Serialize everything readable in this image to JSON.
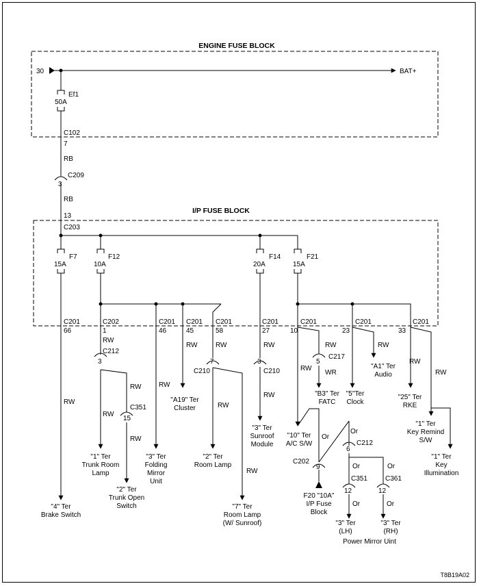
{
  "engine_block": {
    "title": "ENGINE FUSE BLOCK",
    "terminal": "30",
    "bat": "BAT+",
    "fuse_id": "Ef1",
    "fuse_amp": "50A",
    "connector": "C102",
    "pin": "7"
  },
  "feed": {
    "wire1": "RB",
    "c209_pin": "3",
    "c209": "C209",
    "wire2": "RB",
    "pin13": "13",
    "c203": "C203"
  },
  "ip_block": {
    "title": "I/P FUSE BLOCK",
    "fuses": [
      {
        "id": "F7",
        "amp": "15A"
      },
      {
        "id": "F12",
        "amp": "10A"
      },
      {
        "id": "F14",
        "amp": "20A"
      },
      {
        "id": "F21",
        "amp": "15A"
      }
    ]
  },
  "outputs": [
    {
      "conn": "C201",
      "pin": "66",
      "wire": "RW",
      "dest": [
        "\"4\" Ter",
        "Brake Switch"
      ]
    },
    {
      "conn": "C202",
      "pin": "1",
      "wire": "RW",
      "c212": "C212",
      "c212_pin": "3",
      "branch_a": {
        "wire": "RW",
        "dest": [
          "\"1\" Ter",
          "Trunk Room",
          "Lamp"
        ]
      },
      "branch_b": {
        "wire1": "RW",
        "c351": "C351",
        "c351_pin": "15",
        "wire2": "RW",
        "dest": [
          "\"2\" Ter",
          "Trunk Open",
          "Switch"
        ]
      }
    },
    {
      "conn": "C201",
      "pin": "46",
      "wire": "RW",
      "dest": [
        "\"3\" Ter",
        "Folding",
        "Mirror",
        "Unit"
      ]
    },
    {
      "conn": "C201",
      "pin": "45",
      "wire": "RW",
      "dest": [
        "\"A19\" Ter",
        "Cluster"
      ]
    },
    {
      "conn": "C201",
      "pin": "58",
      "wire": "RW",
      "c210": "C210",
      "c210_pin": "7",
      "branch_a": {
        "wire": "RW",
        "dest": [
          "\"2\" Ter",
          "Room Lamp"
        ]
      },
      "branch_b": {
        "wire": "RW",
        "dest": [
          "\"7\" Ter",
          "Room Lamp",
          "(W/ Sunroof)"
        ]
      }
    },
    {
      "conn": "C201",
      "pin": "27",
      "wire": "RW",
      "c210": "C210",
      "c210_pin": "3",
      "wire2": "RW",
      "dest": [
        "\"3\" Ter",
        "Sunroof",
        "Module"
      ]
    },
    {
      "conn": "C201",
      "pin": "10",
      "wire": "RW",
      "c217": "C217",
      "c217_pin": "5",
      "wire2": "WR",
      "dest_fatc": [
        "\"B3\" Ter",
        "FATC"
      ],
      "wire_ac": "RW",
      "dest_ac": [
        "\"10\" Ter",
        "A/C S/W"
      ]
    },
    {
      "conn": "C201",
      "pin": "23",
      "wire": "RW",
      "dest_audio": [
        "\"A1\" Ter",
        "Audio"
      ],
      "dest_clock": [
        "\"5\"Ter",
        "Clock"
      ]
    },
    {
      "conn": "C201",
      "pin": "33",
      "wire": "RW",
      "wire2": "RW",
      "dest_rke": [
        "\"25\" Ter",
        "RKE"
      ],
      "dest_key": [
        "\"1\" Ter",
        "Key Remind",
        "S/W"
      ],
      "dest_illum": [
        "\"1\" Ter",
        "Key",
        "Illumination"
      ]
    }
  ],
  "mirror": {
    "c202": "C202",
    "c202_pin": "9",
    "or1": "Or",
    "or2": "Or",
    "c212": "C212",
    "c212_pin": "6",
    "or3": "Or",
    "or4": "Or",
    "c351": "C351",
    "c351_pin": "12",
    "c361": "C361",
    "c361_pin": "12",
    "or5": "Or",
    "or6": "Or",
    "f20": [
      "F20 \"10A\"",
      "I/P Fuse",
      "Block"
    ],
    "lh": [
      "\"3\" Ter",
      "(LH)"
    ],
    "rh": [
      "\"3\" Ter",
      "(RH)"
    ],
    "group": "Power Mirror Uint"
  },
  "figure_id": "T8B19A02"
}
